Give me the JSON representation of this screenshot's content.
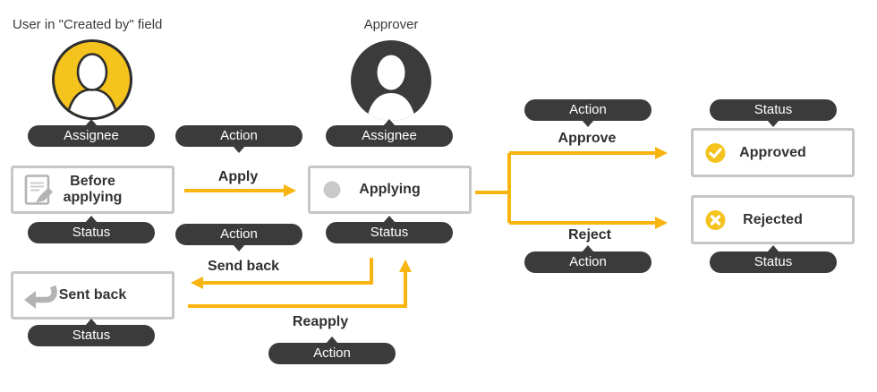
{
  "colors": {
    "arrow_yellow": "#F9B50F",
    "badge_yellow": "#F5C31D",
    "pill_dark": "#3B3B3B",
    "box_border": "#C6C6C6",
    "icon_gray": "#B3B3B3",
    "circle_gray": "#C9C9C9",
    "text_dark": "#333333"
  },
  "header_labels": {
    "created_by_user": "User in \"Created by\" field",
    "approver": "Approver"
  },
  "pill_labels": {
    "assignee": "Assignee",
    "action": "Action",
    "status": "Status"
  },
  "status_nodes": {
    "before_applying": "Before applying",
    "applying": "Applying",
    "approved": "Approved",
    "rejected": "Rejected",
    "sent_back": "Sent back"
  },
  "action_labels": {
    "apply": "Apply",
    "approve": "Approve",
    "reject": "Reject",
    "send_back": "Send back",
    "reapply": "Reapply"
  }
}
